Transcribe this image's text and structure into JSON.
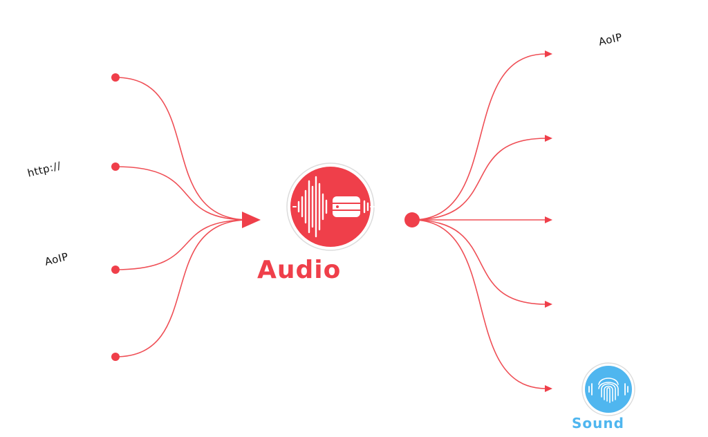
{
  "colors": {
    "line": "#ef4e55",
    "audio_badge": "#ef3f4a",
    "sound_badge": "#4fb6ef",
    "text": "#111111"
  },
  "labels": {
    "http": "http://",
    "aoip_left": "AoIP",
    "aoip_right": "AoIP"
  },
  "center": {
    "title": "Audio",
    "icon": "audio-waveform-database-icon"
  },
  "output_badge": {
    "title": "Sound",
    "icon": "fingerprint-soundwave-icon"
  },
  "inputs": [
    {
      "id": "input-1"
    },
    {
      "id": "input-2"
    },
    {
      "id": "input-3"
    },
    {
      "id": "input-4"
    }
  ],
  "outputs": [
    {
      "id": "output-1"
    },
    {
      "id": "output-2"
    },
    {
      "id": "output-3"
    },
    {
      "id": "output-4"
    },
    {
      "id": "output-5"
    }
  ]
}
